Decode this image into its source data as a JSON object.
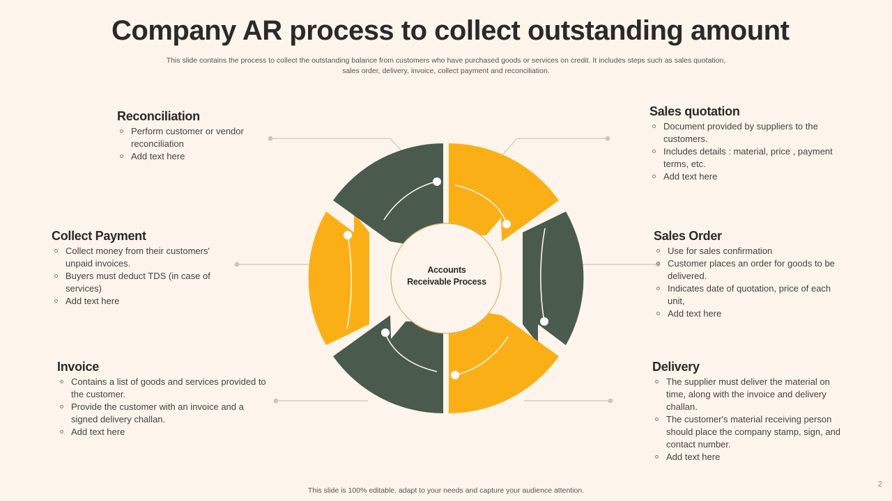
{
  "slide": {
    "title": "Company AR process to collect outstanding amount",
    "subtitle": "This slide contains the process to collect the outstanding balance from customers who have purchased goods or services on credit. It includes steps such as sales quotation, sales order, delivery, invoice, collect payment and reconciliation.",
    "footer_note": "This slide is 100% editable. adapt to your needs and capture your audience attention.",
    "page_number": "2"
  },
  "diagram": {
    "center_line1": "Accounts",
    "center_line2": "Receivable Process",
    "colors": {
      "background": "#fdf5ec",
      "green": "#4a5b4e",
      "amber": "#fbaf17",
      "center_fill": "#fdf5ec",
      "center_stroke": "#d4b36a",
      "connector": "#c9c6c0",
      "title": "#2b2a28",
      "body": "#44423f"
    },
    "segments": [
      {
        "name": "sales-quotation",
        "color": "#fbaf17"
      },
      {
        "name": "sales-order",
        "color": "#4a5b4e"
      },
      {
        "name": "delivery",
        "color": "#fbaf17"
      },
      {
        "name": "invoice",
        "color": "#4a5b4e"
      },
      {
        "name": "collect-payment",
        "color": "#fbaf17"
      },
      {
        "name": "reconciliation",
        "color": "#4a5b4e"
      }
    ]
  },
  "blocks": {
    "reconciliation": {
      "heading": "Reconciliation",
      "items": [
        "Perform customer or vendor reconciliation",
        "Add text here"
      ]
    },
    "collect_payment": {
      "heading": "Collect Payment",
      "items": [
        "Collect money from their customers' unpaid invoices.",
        "Buyers must deduct TDS (in case of services)",
        "Add text here"
      ]
    },
    "invoice": {
      "heading": "Invoice",
      "items": [
        "Contains a list of goods and services provided to the customer.",
        "Provide the customer with an invoice and a signed delivery challan.",
        "Add text here"
      ]
    },
    "sales_quotation": {
      "heading": "Sales quotation",
      "items": [
        "Document provided by suppliers to the customers.",
        "Includes details : material, price , payment terms, etc.",
        "Add text here"
      ]
    },
    "sales_order": {
      "heading": "Sales Order",
      "items": [
        "Use for sales confirmation",
        "Customer places an order for goods to be delivered.",
        "Indicates date of quotation, price of each unit,",
        "Add text here"
      ]
    },
    "delivery": {
      "heading": "Delivery",
      "items": [
        "The supplier must deliver the material on time, along with the invoice and delivery challan.",
        "The customer's material receiving person should place the company stamp, sign, and contact number.",
        "Add text here"
      ]
    }
  }
}
